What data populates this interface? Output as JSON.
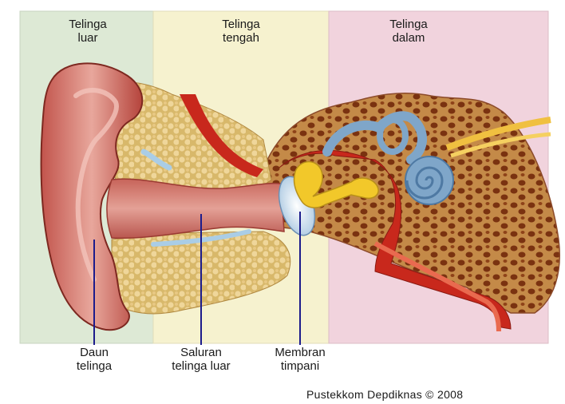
{
  "regions": {
    "outer": {
      "line1": "Telinga",
      "line2": "luar",
      "color": "#dde9d5"
    },
    "middle": {
      "line1": "Telinga",
      "line2": "tengah",
      "color": "#f6f2cf"
    },
    "inner": {
      "line1": "Telinga",
      "line2": "dalam",
      "color": "#f1d3dd"
    }
  },
  "callouts": {
    "pinna": {
      "line1": "Daun",
      "line2": "telinga"
    },
    "canal": {
      "line1": "Saluran",
      "line2": "telinga luar"
    },
    "eardrum": {
      "line1": "Membran",
      "line2": "timpani"
    }
  },
  "credit": "Pustekkom Depdiknas © 2008",
  "colors": {
    "pointer": "#1c1c8c",
    "skin": "#b8433d",
    "skin_light": "#e9a79c",
    "tissue": "#e6c88a",
    "bone": "#b87a3a",
    "bone_pore": "#8a3d16",
    "cochlea": "#7fa6c9",
    "ossicle": "#f2c82a",
    "nerve": "#f0c040",
    "cavity": "#c8281c"
  }
}
